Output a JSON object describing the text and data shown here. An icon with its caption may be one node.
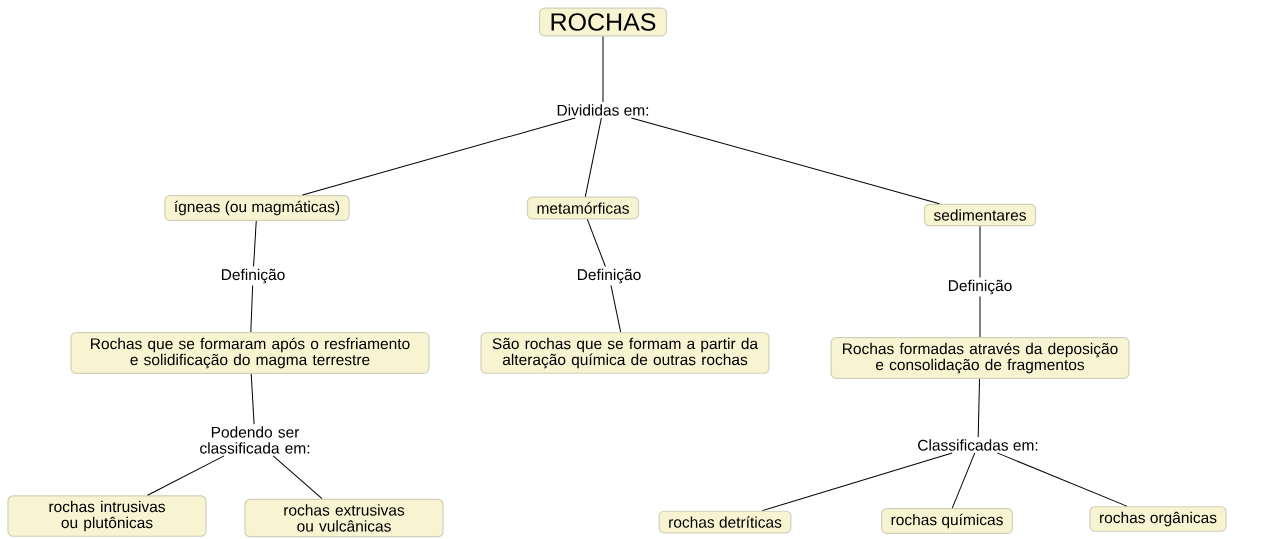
{
  "diagram": {
    "nodes": [
      {
        "text": [
          "ROCHAS"
        ]
      },
      {
        "text": [
          "Divididas em:"
        ]
      },
      {
        "text": [
          "ígneas (ou magmáticas)"
        ]
      },
      {
        "text": [
          "metamórficas"
        ]
      },
      {
        "text": [
          "sedimentares"
        ]
      },
      {
        "text": [
          "Definição"
        ]
      },
      {
        "text": [
          "Definição"
        ]
      },
      {
        "text": [
          "Definição"
        ]
      },
      {
        "text": [
          "Rochas que se formaram após o resfriamento e solidificação do magma terrestre"
        ]
      },
      {
        "text": [
          "São rochas que se formam a partir da alteração química de outras rochas"
        ]
      },
      {
        "text": [
          "Rochas formadas através da deposição e consolidação de fragmentos"
        ]
      },
      {
        "text": [
          "Podendo ser classificada em:"
        ]
      },
      {
        "text": [
          "Classificadas em:"
        ]
      },
      {
        "text": [
          "rochas intrusivas ou plutônicas"
        ]
      },
      {
        "text": [
          "rochas extrusivas ou vulcânicas"
        ]
      },
      {
        "text": [
          "rochas detríticas"
        ]
      },
      {
        "text": [
          "rochas químicas"
        ]
      },
      {
        "text": [
          "rochas orgânicas"
        ]
      }
    ],
    "edges": [
      {
        "from": 0,
        "to": 1,
        "arrow": "none"
      },
      {
        "from": 1,
        "to": 2,
        "arrow": "none"
      },
      {
        "from": 1,
        "to": 3,
        "arrow": "none"
      },
      {
        "from": 1,
        "to": 4,
        "arrow": "none"
      },
      {
        "from": 2,
        "to": 5,
        "arrow": "none"
      },
      {
        "from": 5,
        "to": 8,
        "arrow": "none"
      },
      {
        "from": 3,
        "to": 6,
        "arrow": "none"
      },
      {
        "from": 6,
        "to": 9,
        "arrow": "none"
      },
      {
        "from": 4,
        "to": 7,
        "arrow": "none"
      },
      {
        "from": 7,
        "to": 10,
        "arrow": "none"
      },
      {
        "from": 8,
        "to": 11,
        "arrow": "none"
      },
      {
        "from": 11,
        "to": 13,
        "arrow": "none"
      },
      {
        "from": 11,
        "to": 14,
        "arrow": "none"
      },
      {
        "from": 10,
        "to": 12,
        "arrow": "none"
      },
      {
        "from": 12,
        "to": 15,
        "arrow": "none"
      },
      {
        "from": 12,
        "to": 16,
        "arrow": "none"
      },
      {
        "from": 12,
        "to": 17,
        "arrow": "none"
      }
    ]
  }
}
